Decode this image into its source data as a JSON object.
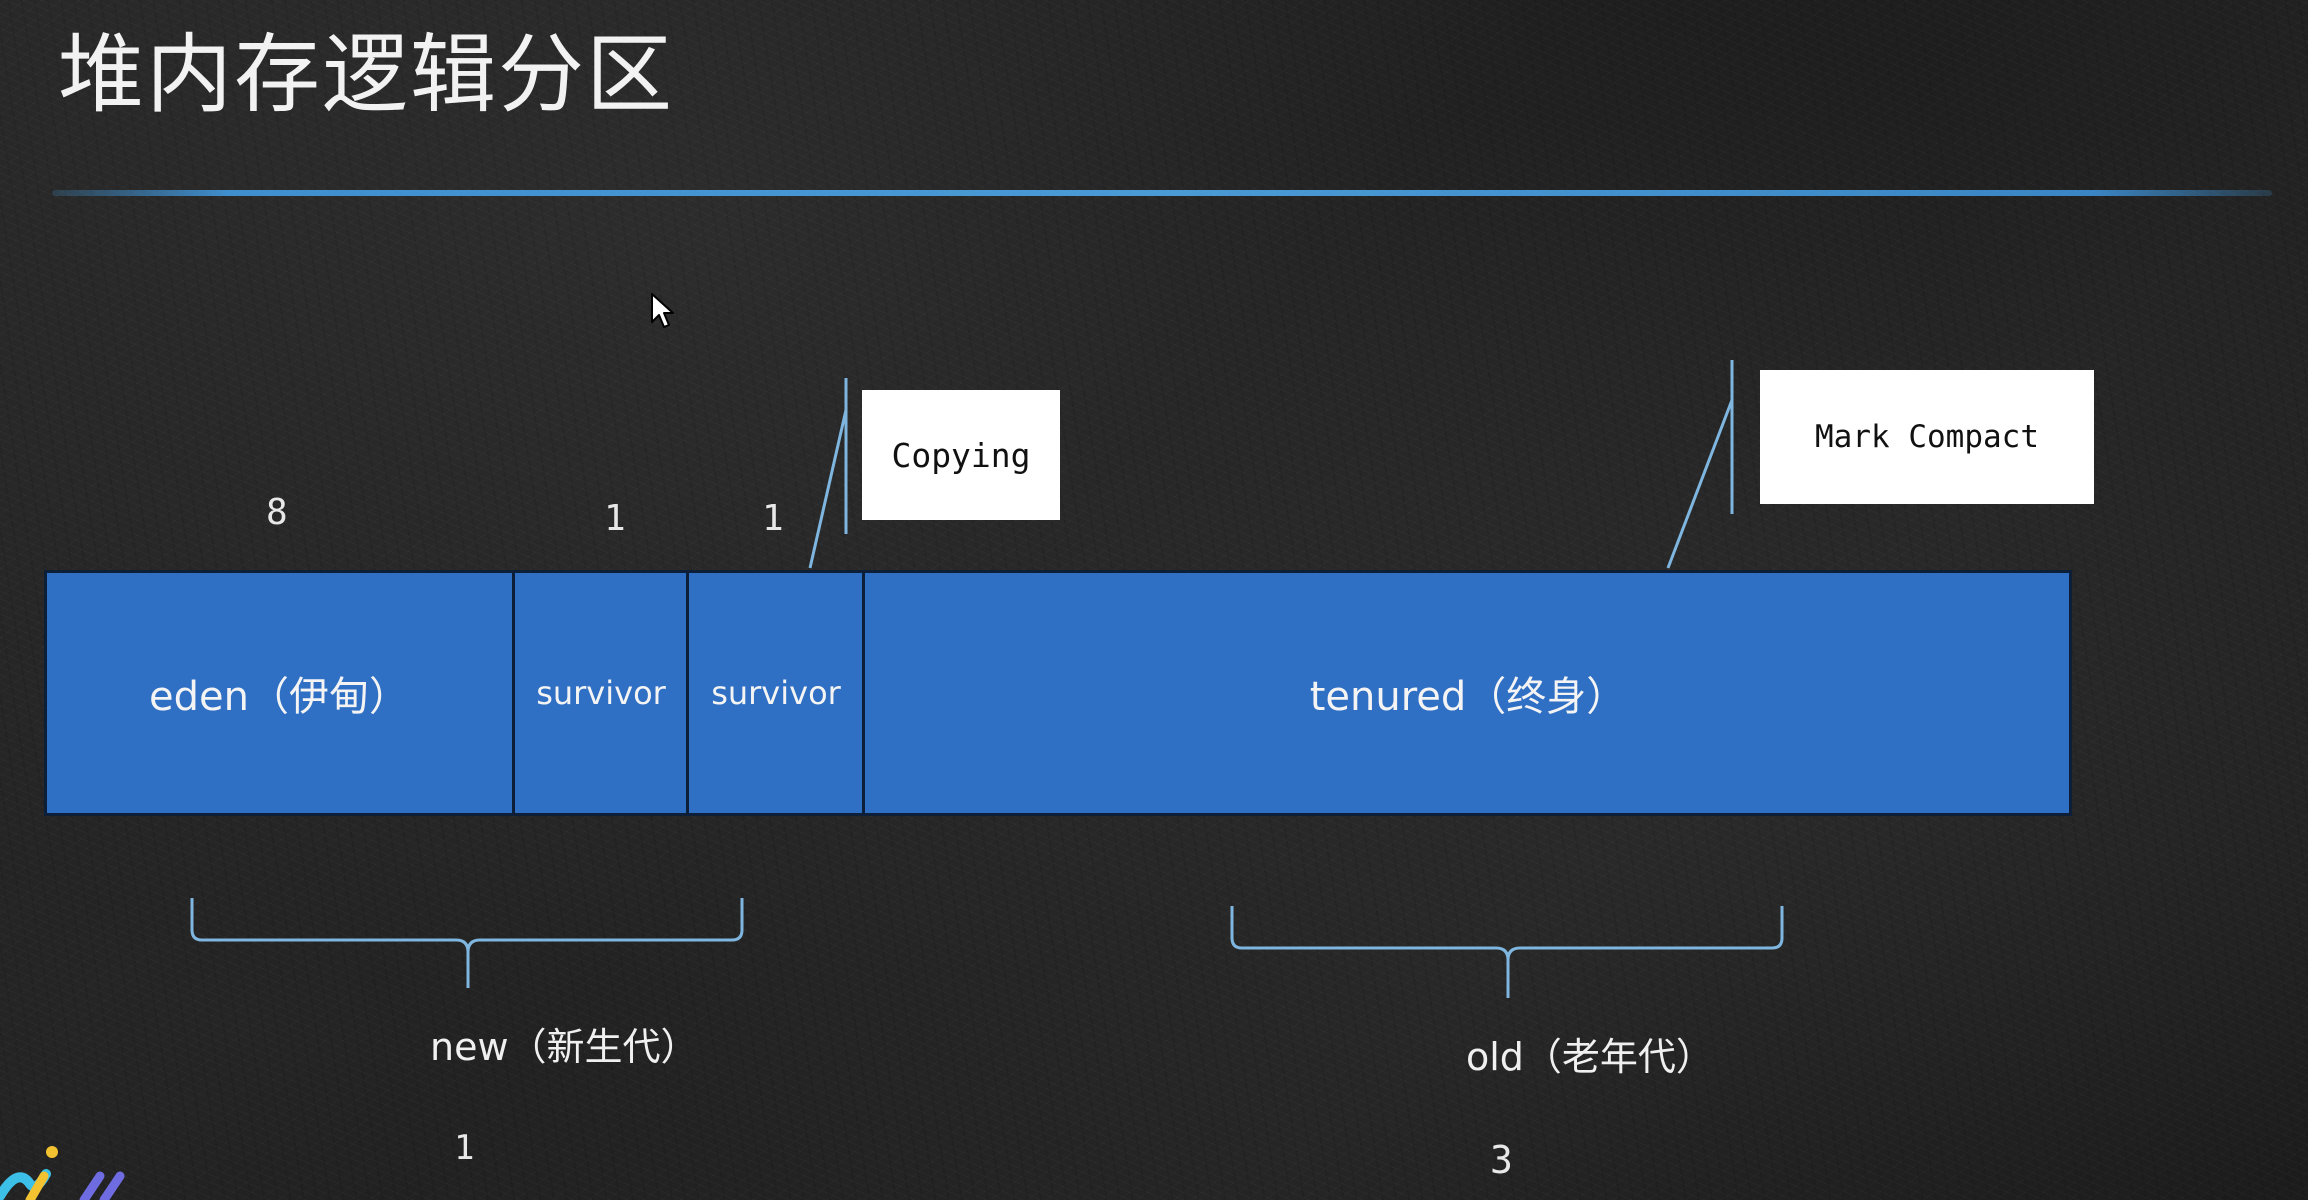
{
  "title": "堆内存逻辑分区",
  "segments": {
    "eden": "eden（伊甸）",
    "survivor_1": "survivor",
    "survivor_2": "survivor",
    "tenured": "tenured（终身）"
  },
  "ratios": {
    "eden": "8",
    "survivor_1": "1",
    "survivor_2": "1"
  },
  "callouts": {
    "copying": "Copying",
    "mark_compact": "Mark Compact"
  },
  "generations": {
    "new_label": "new（新生代）",
    "new_ratio": "1",
    "old_label": "old（老年代）",
    "old_ratio": "3"
  },
  "colors": {
    "segment_fill": "#2f6fc4",
    "segment_border": "#0d1f38",
    "accent_line": "#4a9ad6",
    "brace": "#7fb6e0",
    "background": "#1e1e1e"
  },
  "icons": {
    "cursor": "mouse-pointer-icon",
    "logo": "app-logo-icon"
  }
}
